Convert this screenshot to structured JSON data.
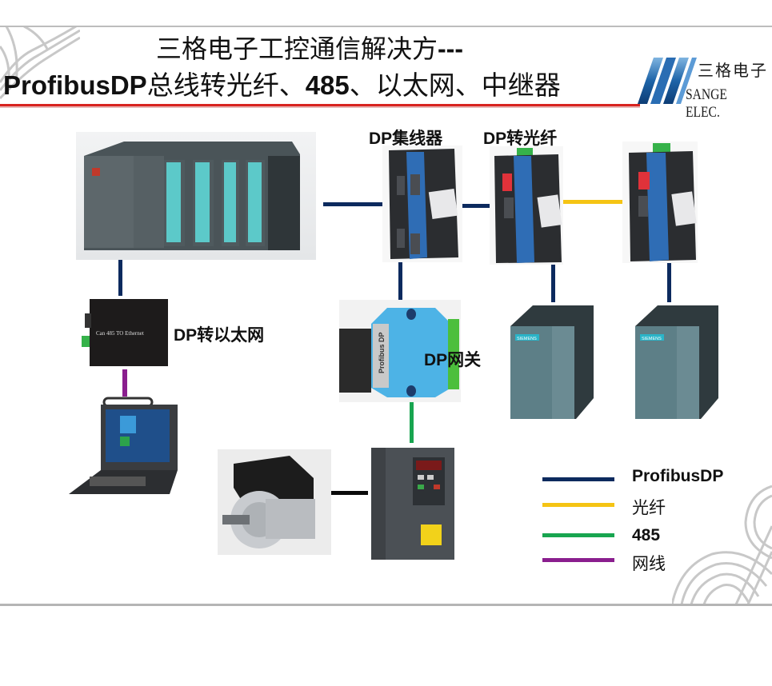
{
  "header": {
    "title_line1_cn": "三格电子工控通信解决方",
    "title_line1_suffix": "---",
    "title_line2_parts": [
      "ProfibusDP",
      "总线转光纤、",
      "485",
      "、以太网、中继器"
    ],
    "logo": {
      "name_cn": "三格电子",
      "name_en": "SANGE ELEC."
    }
  },
  "devices": {
    "plc_rack": {
      "label": ""
    },
    "dp_hub": {
      "label": "DP集线器"
    },
    "dp_fiber_1": {
      "label": "DP转光纤"
    },
    "dp_fiber_2": {
      "label": ""
    },
    "dp_ethernet": {
      "label": "DP转以太网",
      "device_text": "Can 485 TO Ethernet"
    },
    "dp_gateway": {
      "label": "DP网关",
      "device_text": "Profibus DP"
    },
    "plc_module_1": {
      "brand": "SIEMENS"
    },
    "plc_module_2": {
      "brand": "SIEMENS"
    },
    "laptop": {
      "label": ""
    },
    "motor": {
      "label": ""
    },
    "inverter": {
      "label": ""
    }
  },
  "legend": {
    "items": [
      {
        "label": "ProfibusDP",
        "color": "#0c2a5e"
      },
      {
        "label": "光纤",
        "color": "#f5c414"
      },
      {
        "label": "485",
        "color": "#18a550"
      },
      {
        "label": "网线",
        "color": "#8a1e8e"
      }
    ]
  },
  "colors": {
    "profibus": "#0c2a5e",
    "fiber": "#f5c414",
    "rs485": "#18a550",
    "ethernet": "#8a1e8e",
    "power": "#0a0a0a",
    "title_rule": "#d8231f"
  }
}
